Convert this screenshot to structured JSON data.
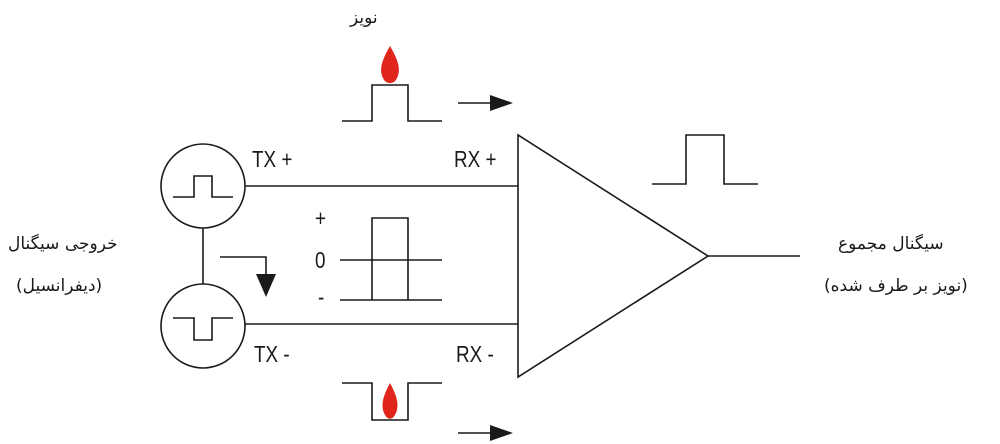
{
  "labels": {
    "noise": "نویز",
    "tx_plus": "TX +",
    "tx_minus": "TX -",
    "rx_plus": "RX +",
    "rx_minus": "RX -",
    "level_plus": "+",
    "level_zero": "0",
    "level_minus": "-",
    "left_title_line1": "خروجی سیگنال",
    "left_title_line2": "(دیفرانسیل)",
    "right_title_line1": "سیگنال مجموع",
    "right_title_line2": "(نویز بر طرف شده)"
  },
  "colors": {
    "line": "#1a1a1a",
    "noise_spike": "#e0251b"
  },
  "icons": {
    "noise_spike": "flame-spike-icon",
    "arrows": "right-arrow-icon",
    "down_arrow": "down-arrow-icon"
  }
}
